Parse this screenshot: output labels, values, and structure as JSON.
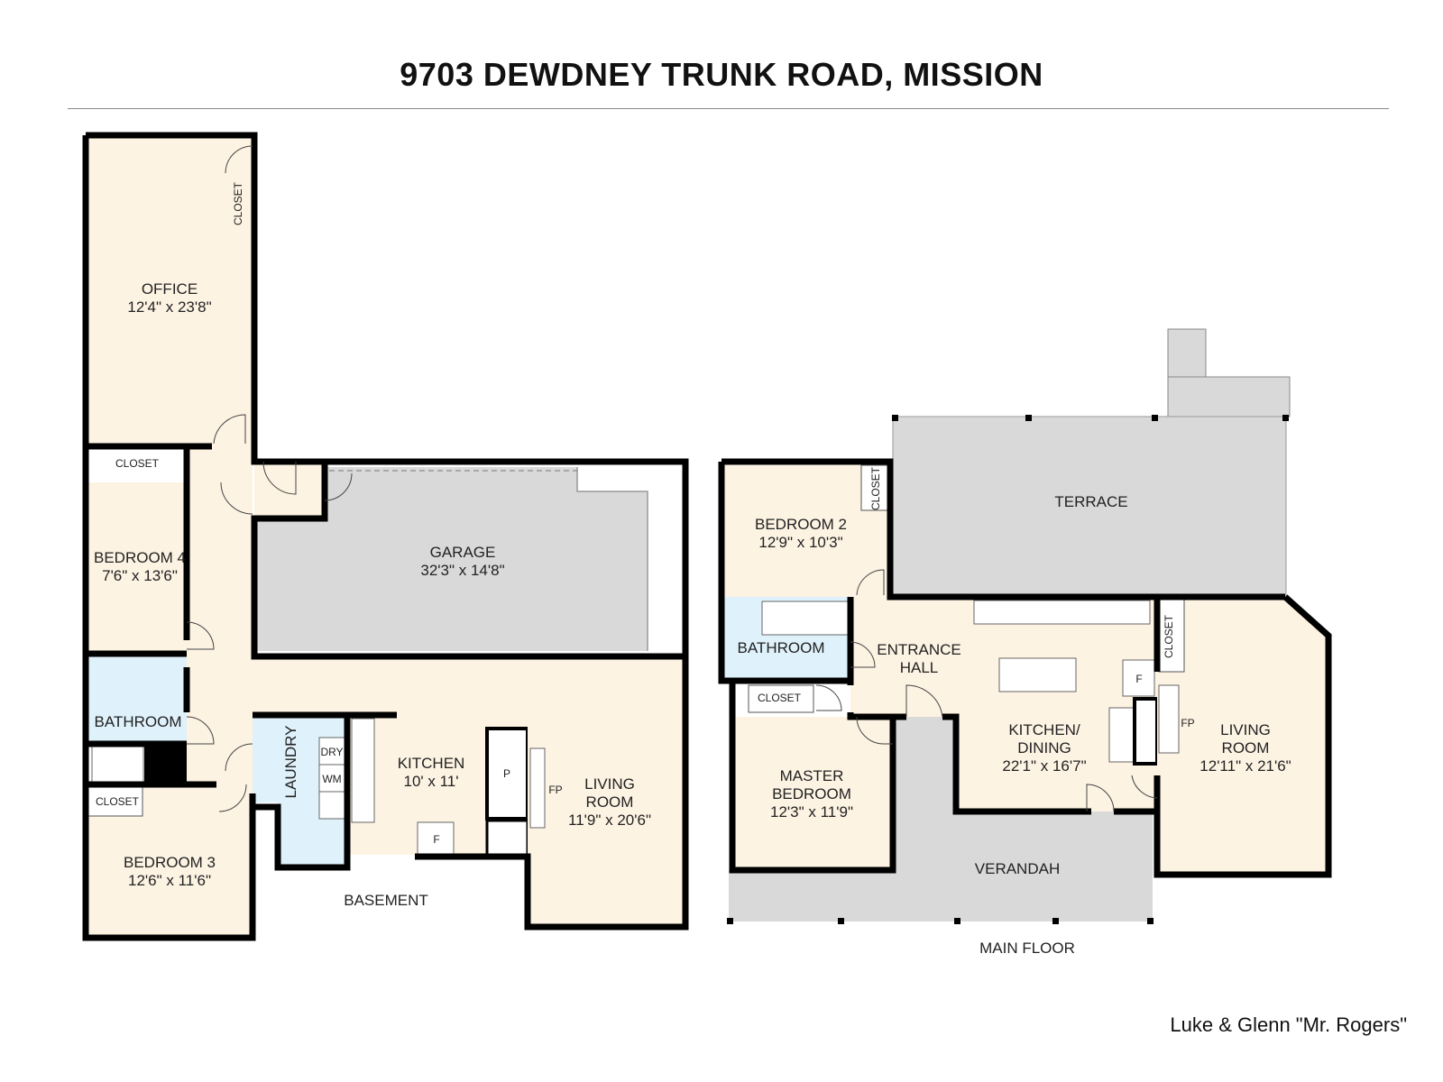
{
  "title": "9703 DEWDNEY TRUNK ROAD, MISSION",
  "credit": "Luke & Glenn \"Mr. Rogers\"",
  "colors": {
    "room": "#fdf3e3",
    "wet": "#dff1fa",
    "outdoor": "#d9d9d9",
    "wall": "#000000"
  },
  "basement": {
    "label": "BASEMENT",
    "office": {
      "name": "OFFICE",
      "size": "12'4\" x 23'8\""
    },
    "office_closet": "CLOSET",
    "bedroom4": {
      "name": "BEDROOM 4",
      "size": "7'6\" x 13'6\""
    },
    "bedroom4_closet": "CLOSET",
    "bathroom": "BATHROOM",
    "bedroom3": {
      "name": "BEDROOM 3",
      "size": "12'6\" x 11'6\""
    },
    "bedroom3_closet": "CLOSET",
    "garage": {
      "name": "GARAGE",
      "size": "32'3\" x 14'8\""
    },
    "laundry": "LAUNDRY",
    "dryer": "DRY",
    "washer": "WM",
    "kitchen": {
      "name": "KITCHEN",
      "size": "10' x 11'"
    },
    "pantry": "P",
    "fridge": "F",
    "fireplace": "FP",
    "living": {
      "name1": "LIVING",
      "name2": "ROOM",
      "size": "11'9\" x 20'6\""
    }
  },
  "main_floor": {
    "label": "MAIN FLOOR",
    "bedroom2": {
      "name": "BEDROOM 2",
      "size": "12'9\" x 10'3\""
    },
    "bedroom2_closet": "CLOSET",
    "terrace": "TERRACE",
    "bathroom": "BATHROOM",
    "entrance": {
      "name1": "ENTRANCE",
      "name2": "HALL"
    },
    "master_closet": "CLOSET",
    "master": {
      "name1": "MASTER",
      "name2": "BEDROOM",
      "size": "12'3\" x 11'9\""
    },
    "kitchen": {
      "name1": "KITCHEN/",
      "name2": "DINING",
      "size": "22'1\" x 16'7\""
    },
    "fridge": "F",
    "living_closet": "CLOSET",
    "fireplace": "FP",
    "living": {
      "name1": "LIVING",
      "name2": "ROOM",
      "size": "12'11\" x 21'6\""
    },
    "verandah": "VERANDAH"
  }
}
